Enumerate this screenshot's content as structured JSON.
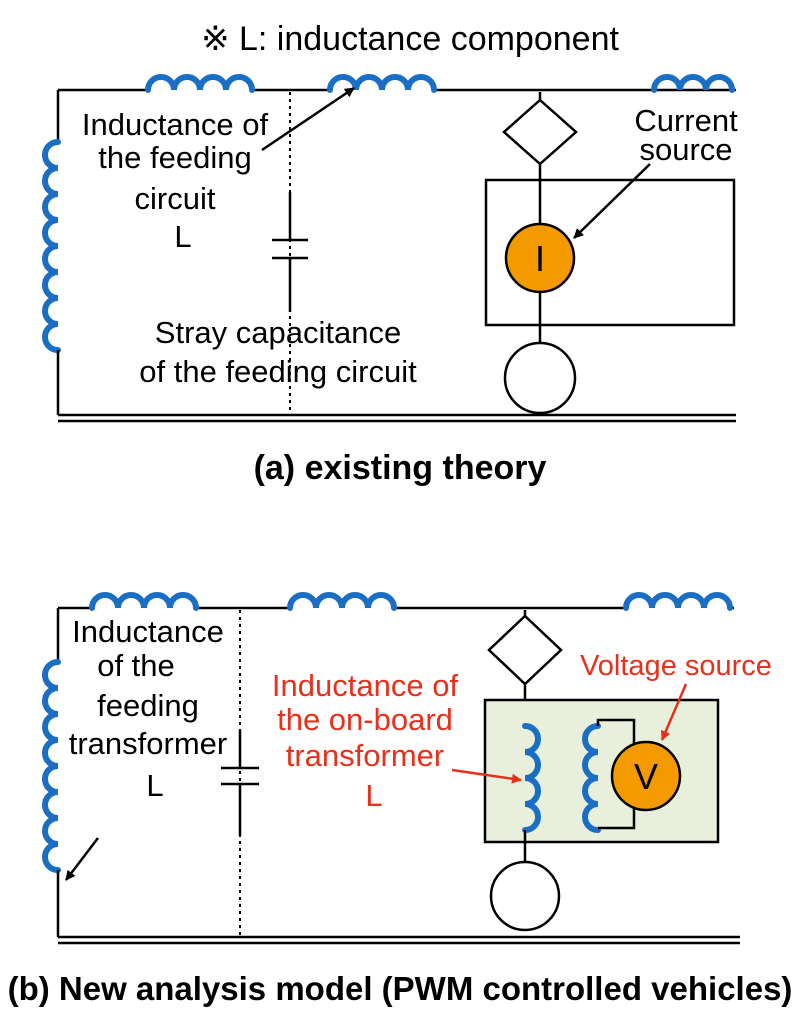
{
  "note": "※ L: inductance component",
  "panel_a": {
    "caption": "(a) existing theory",
    "inductance_label": [
      "Inductance of",
      "the feeding",
      "circuit",
      "L"
    ],
    "capacitance_label": [
      "Stray capacitance",
      "of the feeding circuit"
    ],
    "source_label": [
      "Current",
      "source"
    ],
    "source_symbol": "I"
  },
  "panel_b": {
    "caption": "(b) New analysis model (PWM controlled vehicles)",
    "feeding_label": [
      "Inductance",
      "of the",
      "feeding",
      "transformer",
      "L"
    ],
    "onboard_label": [
      "Inductance of",
      "the on-board",
      "transformer",
      "L"
    ],
    "source_label": "Voltage source",
    "source_symbol": "V"
  },
  "colors": {
    "coil": "#1a6fc4",
    "source_fill": "#f39a00",
    "highlight_text": "#e8301c",
    "transformer_box": "#e8f0dc"
  }
}
